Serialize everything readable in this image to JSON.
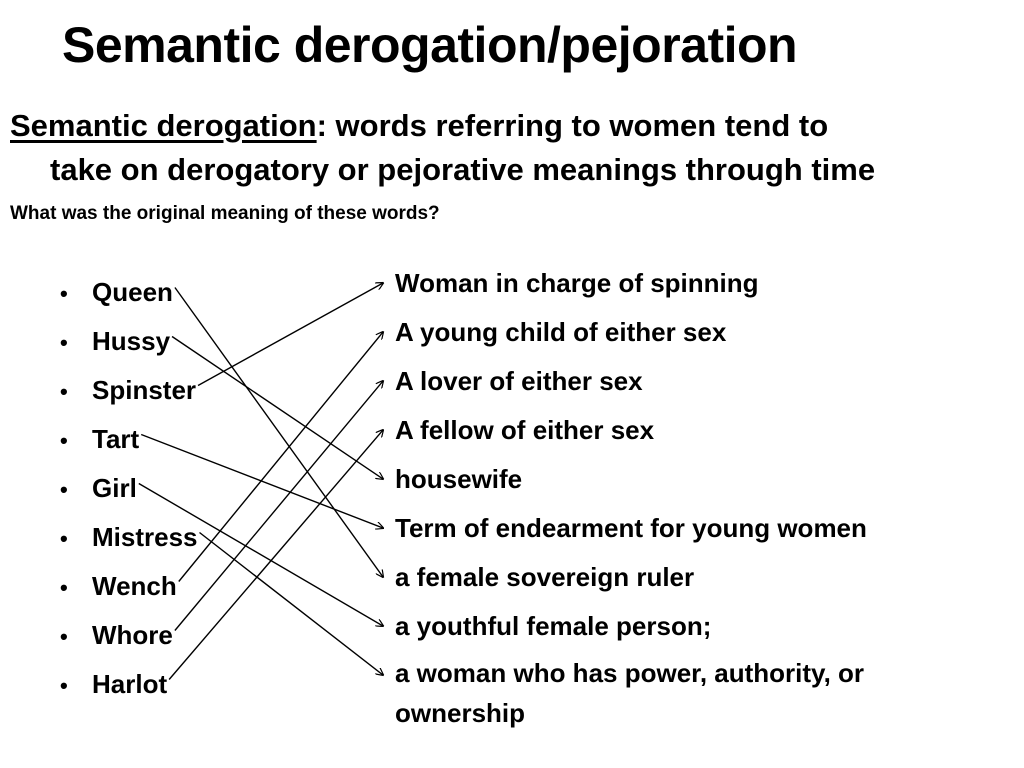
{
  "title": "Semantic derogation/pejoration",
  "definition": {
    "term": "Semantic derogation",
    "separator": ":",
    "text_line1": " words referring to women tend to",
    "text_line2": "take on derogatory or pejorative meanings through time"
  },
  "question": "What was the original meaning of these words?",
  "bullet_glyph": "•",
  "words": [
    "Queen",
    "Hussy",
    "Spinster",
    "Tart",
    "Girl",
    "Mistress",
    "Wench",
    "Whore",
    "Harlot"
  ],
  "meanings": [
    "Woman in charge of spinning",
    "A young child of either sex",
    "A lover of either sex",
    "A fellow of either sex",
    "housewife",
    "Term of endearment for young women",
    "a female sovereign ruler",
    "a youthful female person;",
    "a woman who has power, authority, or ownership"
  ],
  "connections": [
    {
      "word": "Queen",
      "meaning": "a female sovereign ruler"
    },
    {
      "word": "Hussy",
      "meaning": "housewife"
    },
    {
      "word": "Spinster",
      "meaning": "Woman in charge of spinning"
    },
    {
      "word": "Tart",
      "meaning": "Term of endearment for young women"
    },
    {
      "word": "Girl",
      "meaning": "a youthful female person;"
    },
    {
      "word": "Mistress",
      "meaning": "a woman who has power, authority, or ownership"
    },
    {
      "word": "Wench",
      "meaning": "A young child of either sex"
    },
    {
      "word": "Whore",
      "meaning": "A lover of either sex"
    },
    {
      "word": "Harlot",
      "meaning": "A fellow of either sex"
    }
  ]
}
